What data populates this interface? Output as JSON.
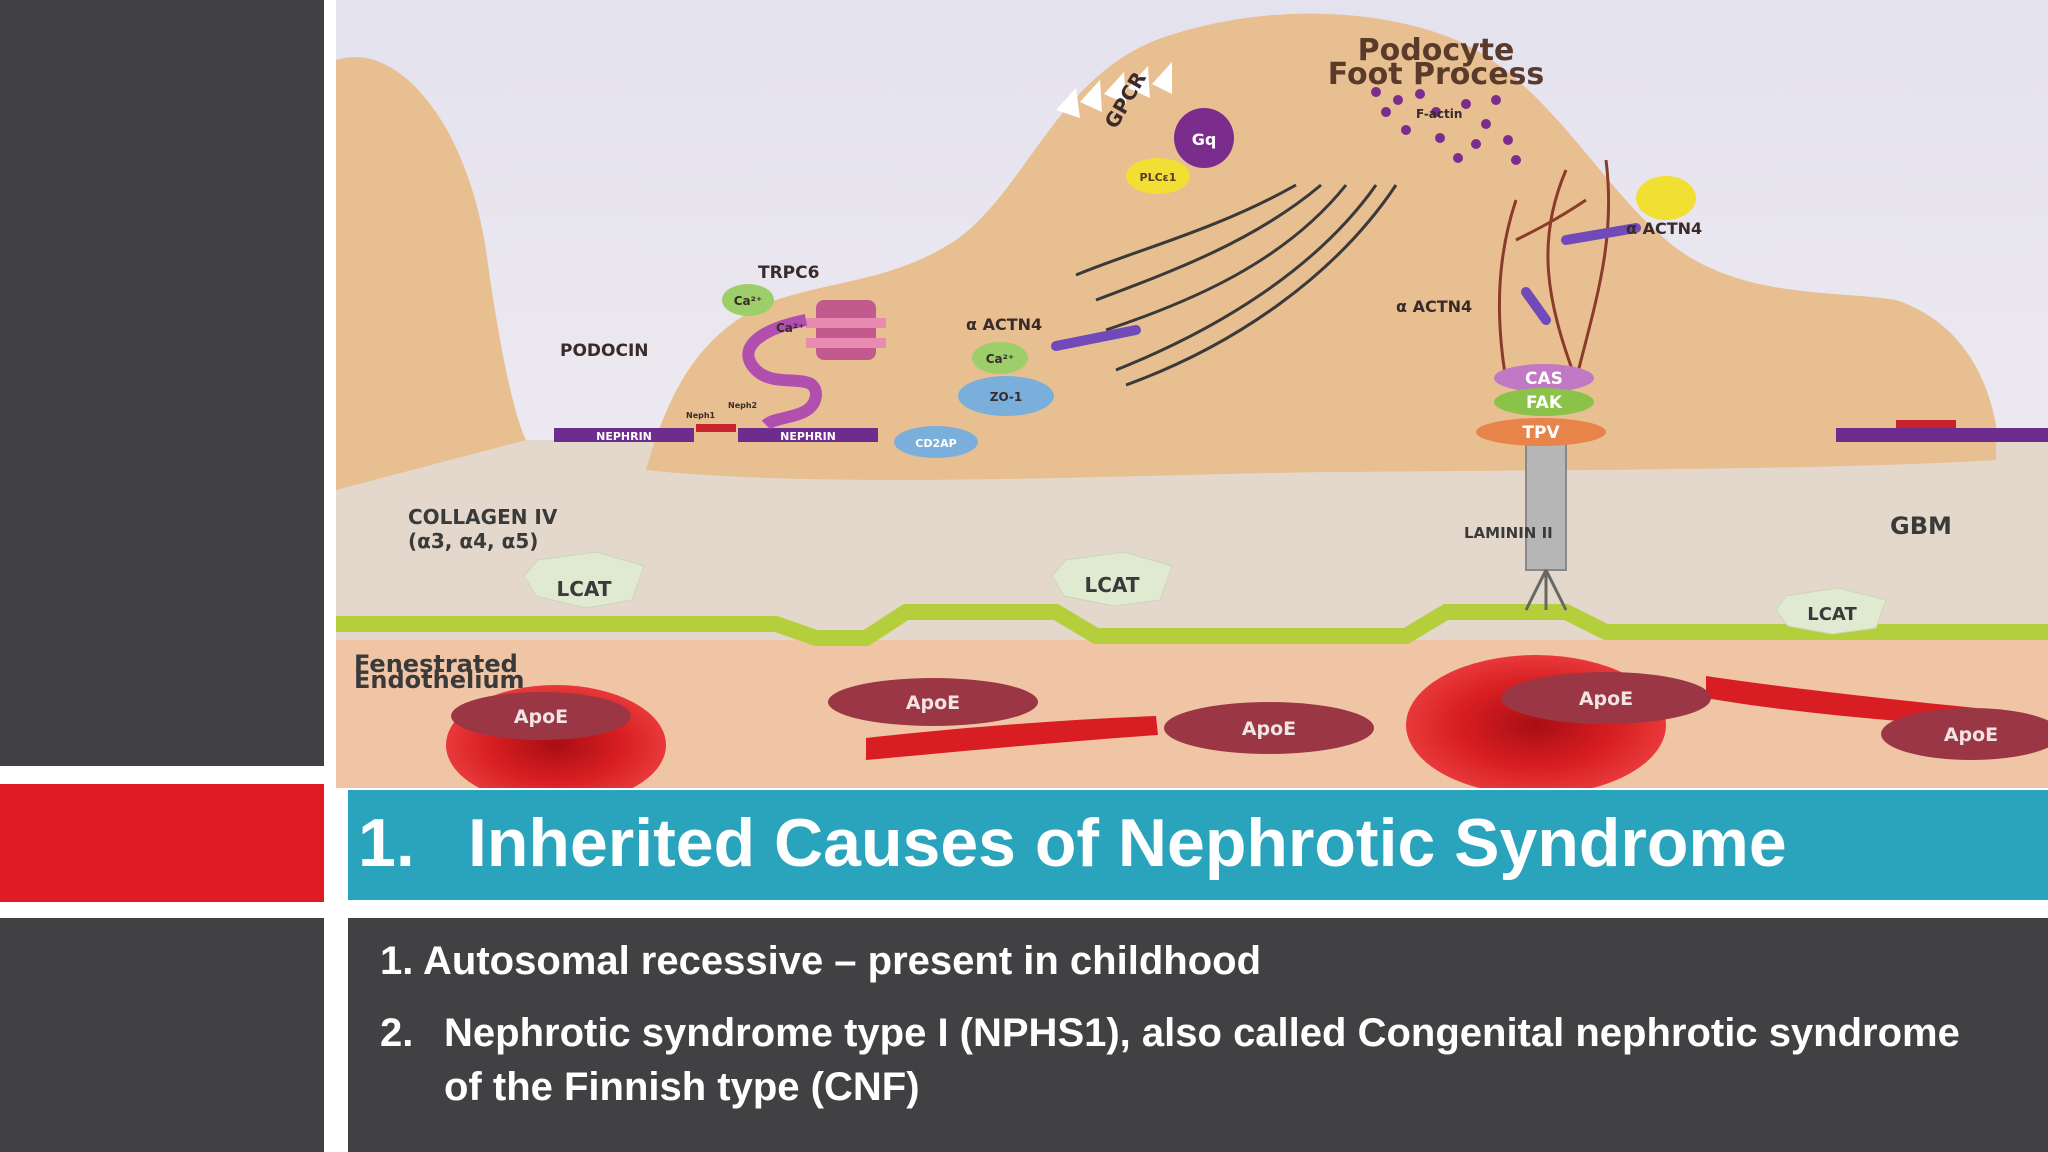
{
  "slide": {
    "title_number": "1.",
    "title": "Inherited Causes of Nephrotic Syndrome",
    "bullets": [
      {
        "number": "1.",
        "text": "Autosomal recessive – present in childhood"
      },
      {
        "number": "2.",
        "text": "Nephrotic syndrome type I (NPHS1), also called Congenital nephrotic syndrome of the Finnish type (CNF)"
      }
    ]
  },
  "diagram": {
    "podocyte_label_1": "Podocyte",
    "podocyte_label_2": "Foot Process",
    "gpcr": "GPCR",
    "gq": "Gq",
    "plc": "PLCε1",
    "f_actin": "F-actin",
    "actn4_right": "α ACTN4",
    "actn4_mid": "α ACTN4",
    "actn4_left": "α ACTN4",
    "trpc6": "TRPC6",
    "ca_1": "Ca²⁺",
    "ca_2": "Ca²⁺",
    "ca_3": "Ca²⁺",
    "podocin": "PODOCIN",
    "neph1": "Neph1",
    "neph2": "Neph2",
    "nephrin_1": "NEPHRIN",
    "nephrin_2": "NEPHRIN",
    "zo1": "ZO-1",
    "cd2ap": "CD2AP",
    "cas": "CAS",
    "fak": "FAK",
    "tpv": "TPV",
    "collagen_1": "COLLAGEN IV",
    "collagen_2": "(α3, α4, α5)",
    "laminin": "LAMININ II",
    "gbm": "GBM",
    "lcat": "LCAT",
    "fenestrated_1": "Fenestrated",
    "fenestrated_2": "Endothelium",
    "apoe": "ApoE"
  },
  "colors": {
    "sidebar": "#414143",
    "accent_red": "#e01b25",
    "title_bar": "#2aa4bd",
    "podocyte": "#e7bf91",
    "gbm": "#e3d8cb",
    "endothelium": "#b5cf3c",
    "apoe": "#9b3744",
    "rbc": "#d81e22"
  }
}
